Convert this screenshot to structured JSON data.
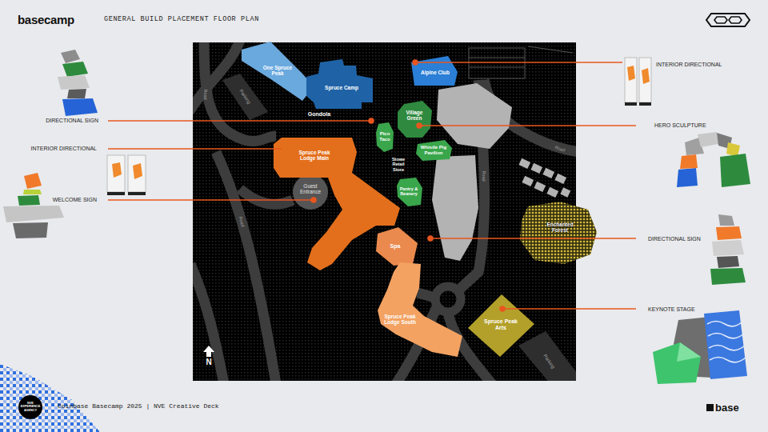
{
  "diagram": {
    "title": "GENERAL BUILD PLACEMENT FLOOR PLAN",
    "caption": "Coinbase Basecamp 2025 | NVE Creative Deck",
    "nodes": [
      {
        "text": [
          "One Spruce Peak"
        ]
      },
      {
        "text": [
          "Spruce Camp"
        ]
      },
      {
        "text": [
          "Alpine Club"
        ]
      },
      {
        "text": [
          "Village Green"
        ]
      },
      {
        "text": [
          "Pico Taco"
        ]
      },
      {
        "text": [
          "Whistle Pig Pavilion"
        ]
      },
      {
        "text": [
          "Spruce Peak Lodge Main"
        ]
      },
      {
        "text": [
          "Pantry & Beanery"
        ]
      },
      {
        "text": [
          "Spa"
        ]
      },
      {
        "text": [
          "Enchanted Forest"
        ]
      },
      {
        "text": [
          "Spruce Peak Lodge South"
        ]
      },
      {
        "text": [
          "Spruce Peak Arts"
        ]
      }
    ],
    "labels": [
      "basecamp",
      "DIRECTIONAL SIGN",
      "INTERIOR DIRECTIONAL",
      "WELCOME SIGN",
      "INTERIOR DIRECTIONAL",
      "HERO SCULPTURE",
      "DIRECTIONAL SIGN",
      "KEYNOTE STAGE",
      "Road",
      "Parking",
      "Gondola",
      "Guest Entrance",
      "Stowe Retail Store",
      "Road",
      "Road",
      "Road",
      "Parking",
      "N",
      "NVE EXPERIENCE AGENCY",
      "base"
    ]
  }
}
